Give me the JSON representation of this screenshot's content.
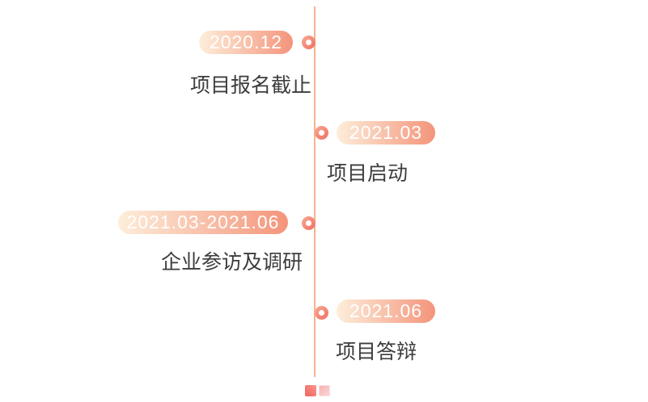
{
  "page": {
    "background": "#ffffff",
    "type": "timeline-infographic"
  },
  "timeline": {
    "items": [
      {
        "date": "2020.12",
        "label": "项目报名截止",
        "side": "left"
      },
      {
        "date": "2021.03",
        "label": "项目启动",
        "side": "right"
      },
      {
        "date": "2021.03-2021.06",
        "label": "企业参访及调研",
        "side": "left"
      },
      {
        "date": "2021.06",
        "label": "项目答辩",
        "side": "right"
      }
    ]
  },
  "footer": {
    "indicator_squares": [
      {
        "state": "active"
      },
      {
        "state": "inactive"
      }
    ]
  },
  "colors": {
    "line": "#f6b48c",
    "pill_gradient_start": "#fdeeda",
    "pill_gradient_end": "#f4947b",
    "pill_text": "#ffffff",
    "dot_gradient_start": "#f9ab93",
    "dot_gradient_end": "#ee6e61",
    "dot_hole": "#ffffff",
    "label_text": "#3d3d3d",
    "indicator_active": "#f3625e",
    "indicator_inactive": "#f8c3c3"
  }
}
